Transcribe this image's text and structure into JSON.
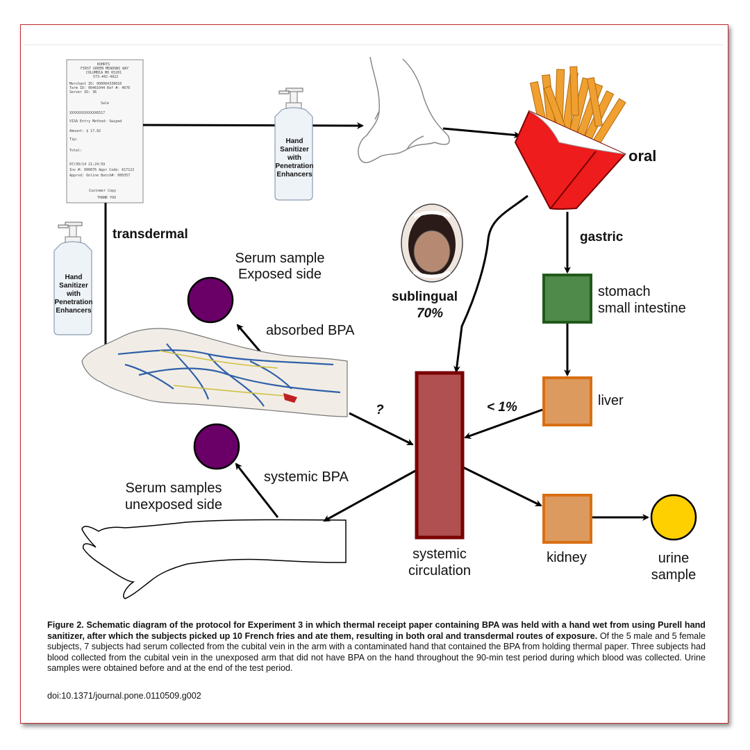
{
  "labels": {
    "oral": "oral",
    "transdermal": "transdermal",
    "gastric": "gastric",
    "sublingual": "sublingual",
    "sublingual_pct": "70%",
    "serum_exposed_1": "Serum sample",
    "serum_exposed_2": "Exposed side",
    "absorbed_bpa": "absorbed BPA",
    "stomach_1": "stomach",
    "stomach_2": "small intestine",
    "liver": "liver",
    "less_than_1": "< 1%",
    "question": "?",
    "systemic_bpa": "systemic BPA",
    "serum_unexposed_1": "Serum samples",
    "serum_unexposed_2": "unexposed side",
    "systemic_1": "systemic",
    "systemic_2": "circulation",
    "kidney": "kidney",
    "urine_1": "urine",
    "urine_2": "sample"
  },
  "bottle": {
    "line1": "Hand",
    "line2": "Sanitizer",
    "line3": "with",
    "line4": "Penetration",
    "line5": "Enhancers"
  },
  "receipt": {
    "lines": [
      "KOHRTS",
      "FIRST GREEN MEADOWS WAY",
      "COLUMBIA MO 65201",
      "573-442-4922",
      "Merchant ID: 000004330010",
      "Term ID: 00461044    Ref #: 4676",
      "Server ID: 36",
      "Sale",
      "XXXXXXXXXXXXX6517",
      "VISA    Entry Method: Swiped",
      "Amount:        $      17.82",
      "Tip:",
      "Total:",
      "07/30/14          21:24:59",
      "Inv #: 000076  Appr Code: 617122",
      "Apprvd: Online    Batch#: 000357",
      "Customer Copy",
      "THANK YOU"
    ]
  },
  "caption": {
    "bold": "Figure 2. Schematic diagram of the protocol for Experiment 3 in which thermal receipt paper containing BPA was held with a hand wet from using Purell hand sanitizer, after which the subjects picked up 10 French fries and ate them, resulting in both oral and transdermal routes of exposure.",
    "body": " Of the 5 male and 5 female subjects, 7 subjects had serum collected from the cubital vein in the arm with a contaminated hand that contained the BPA from holding thermal paper. Three subjects had blood collected from the cubital vein in the unexposed arm that did not have BPA on the hand throughout the 90-min test period during which blood was collected. Urine samples were obtained before and at the end of the test period.",
    "doi": "doi:10.1371/journal.pone.0110509.g002"
  },
  "colors": {
    "frame": "#c0282d",
    "serum_circle": "#6a0067",
    "stomach_box": "#4f8a4a",
    "stomach_border": "#1f5a1a",
    "liver_box": "#dd9a5e",
    "liver_border": "#d96f12",
    "circulation_box": "#b05050",
    "circulation_border": "#7a0000",
    "urine_circle": "#ffd000",
    "fries_box": "#ee1c1c",
    "fries": "#f0a030"
  }
}
